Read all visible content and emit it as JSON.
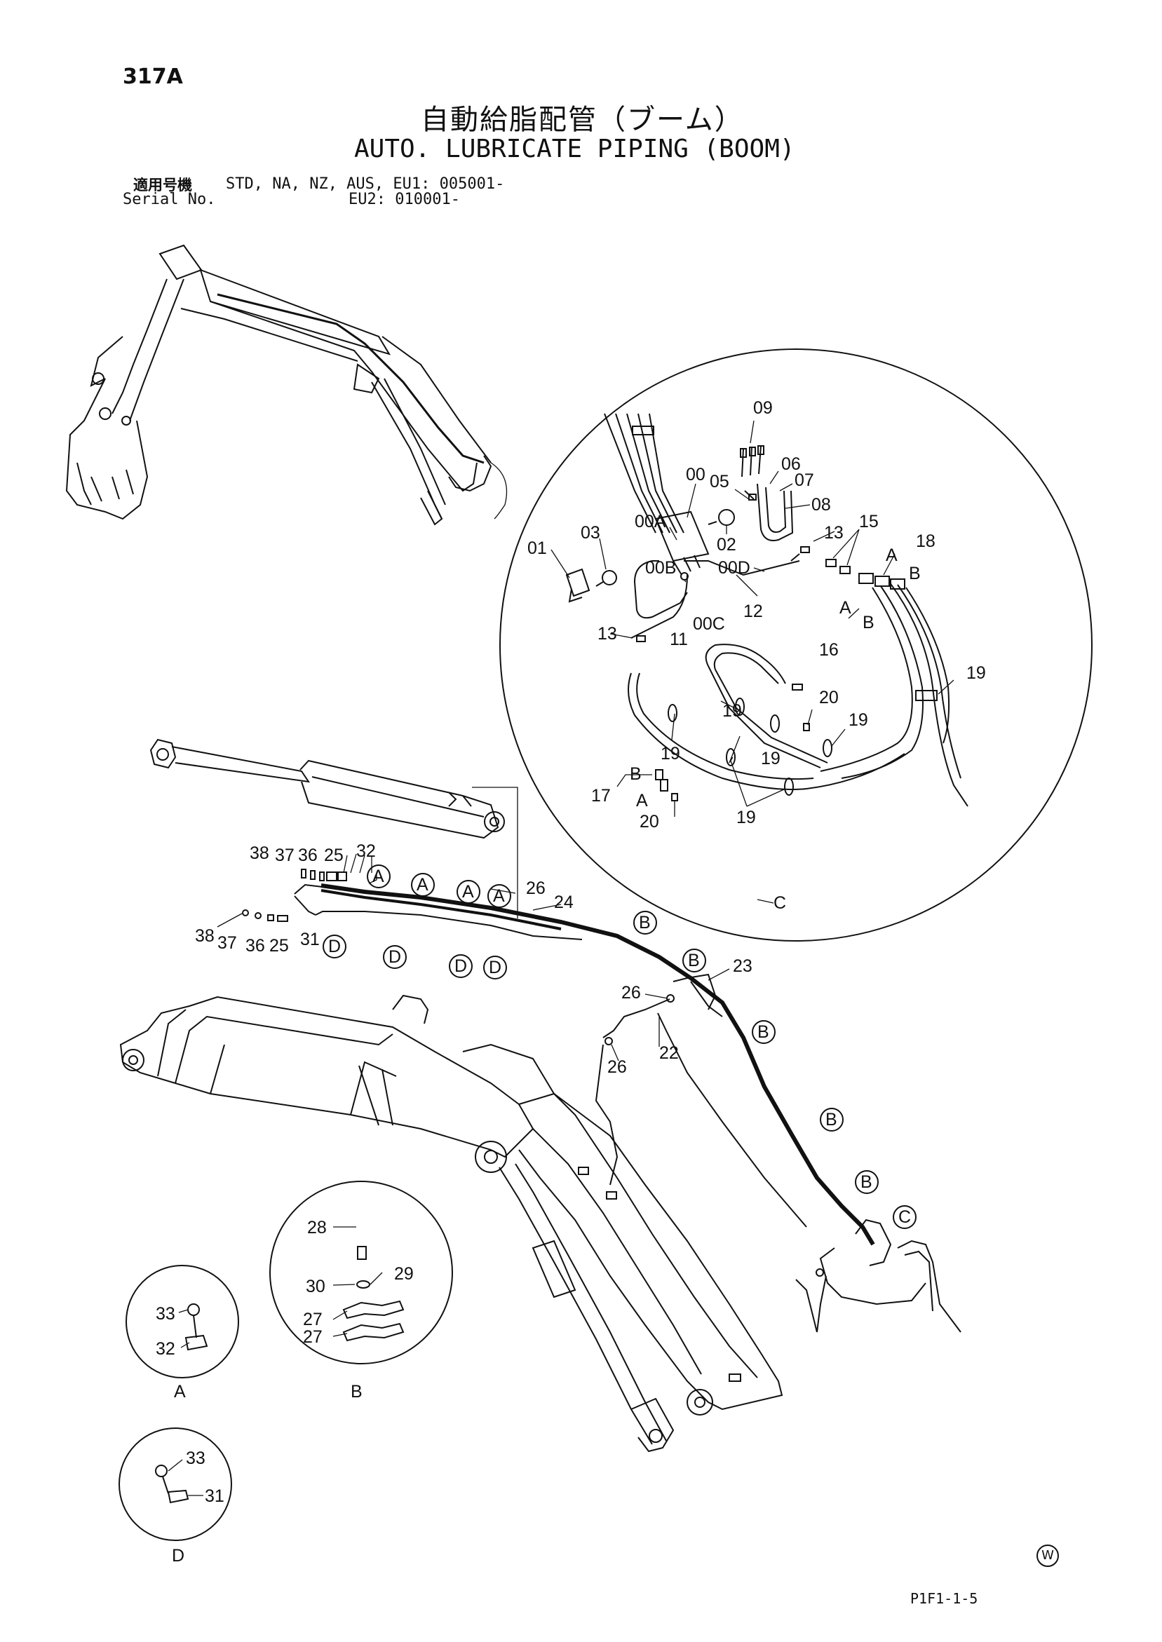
{
  "header": {
    "page_no": "317A",
    "title_jp": "自動給脂配管（ブーム）",
    "title_en": "AUTO. LUBRICATE PIPING (BOOM)",
    "serial_label_jp": "適用号機",
    "serial_label_en": "Serial No.",
    "serial_line1": "STD, NA, NZ, AUS, EU1: 005001-",
    "serial_line2": "EU2: 010001-"
  },
  "detail_views": {
    "c": "C",
    "a": "A",
    "b": "B",
    "d": "D"
  },
  "callouts": {
    "c09": "09",
    "c00": "00",
    "c05": "05",
    "c06": "06",
    "c07": "07",
    "c08": "08",
    "c00a": "00A",
    "c03": "03",
    "c02": "02",
    "c13a": "13",
    "c15": "15",
    "c18": "18",
    "c01": "01",
    "c00b": "00B",
    "c00d": "00D",
    "cA1": "A",
    "cB1": "B",
    "c00c": "00C",
    "c12": "12",
    "cA2": "A",
    "cB2": "B",
    "c13b": "13",
    "c11": "11",
    "c16": "16",
    "c19a": "19",
    "c20a": "20",
    "c19b": "19",
    "c19c": "19",
    "c19d": "19",
    "c19e": "19",
    "c19f": "19",
    "cB3": "B",
    "c17": "17",
    "cA3": "A",
    "c20b": "20",
    "c38a": "38",
    "c37a": "37",
    "c36a": "36",
    "c25a": "25",
    "c32": "32",
    "c26a": "26",
    "c24": "24",
    "c38b": "38",
    "c37b": "37",
    "c36b": "36",
    "c25b": "25",
    "c31": "31",
    "c23": "23",
    "c26b": "26",
    "c22": "22",
    "c26c": "26",
    "c28": "28",
    "c29": "29",
    "c30": "30",
    "c27a": "27",
    "c27b": "27",
    "c33a": "33",
    "c32b": "32",
    "c33b": "33",
    "c31b": "31"
  },
  "circle_markers": {
    "A": "A",
    "B": "B",
    "C": "C",
    "D": "D"
  },
  "footer": {
    "code": "P1F1-1-5",
    "mark": "W"
  }
}
